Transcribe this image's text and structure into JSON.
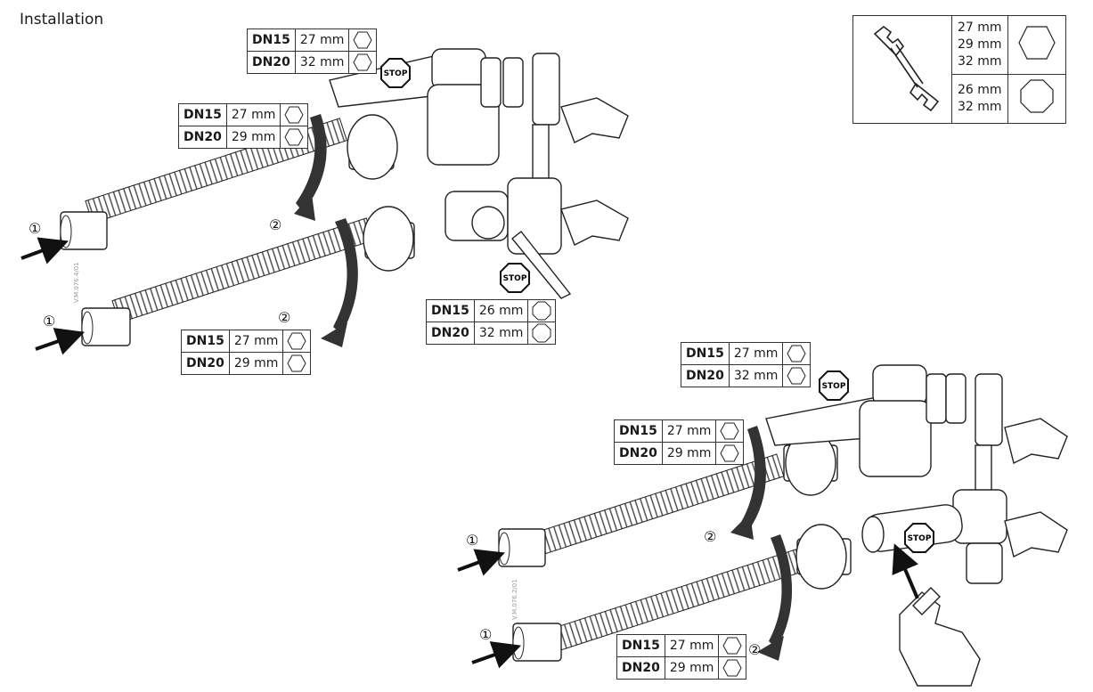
{
  "title": "Installation",
  "wrench_sizes": {
    "hex_rows": [
      "27 mm",
      "29 mm",
      "32 mm"
    ],
    "oct_rows": [
      "26 mm",
      "32 mm"
    ]
  },
  "figure_left": {
    "code": "V.M.076.4/01",
    "table_top": [
      {
        "dn": "DN15",
        "size": "27 mm"
      },
      {
        "dn": "DN20",
        "size": "32 mm"
      }
    ],
    "table_mid": [
      {
        "dn": "DN15",
        "size": "27 mm"
      },
      {
        "dn": "DN20",
        "size": "29 mm"
      }
    ],
    "table_low": [
      {
        "dn": "DN15",
        "size": "27 mm"
      },
      {
        "dn": "DN20",
        "size": "29 mm"
      }
    ],
    "table_bottom": [
      {
        "dn": "DN15",
        "size": "26 mm"
      },
      {
        "dn": "DN20",
        "size": "32 mm"
      }
    ]
  },
  "figure_right": {
    "code": "V.M.076.2/01",
    "table_top": [
      {
        "dn": "DN15",
        "size": "27 mm"
      },
      {
        "dn": "DN20",
        "size": "32 mm"
      }
    ],
    "table_mid": [
      {
        "dn": "DN15",
        "size": "27 mm"
      },
      {
        "dn": "DN20",
        "size": "29 mm"
      }
    ],
    "table_low": [
      {
        "dn": "DN15",
        "size": "27 mm"
      },
      {
        "dn": "DN20",
        "size": "29 mm"
      }
    ]
  },
  "markers": {
    "step1": "①",
    "step2": "②",
    "stop": "STOP"
  }
}
